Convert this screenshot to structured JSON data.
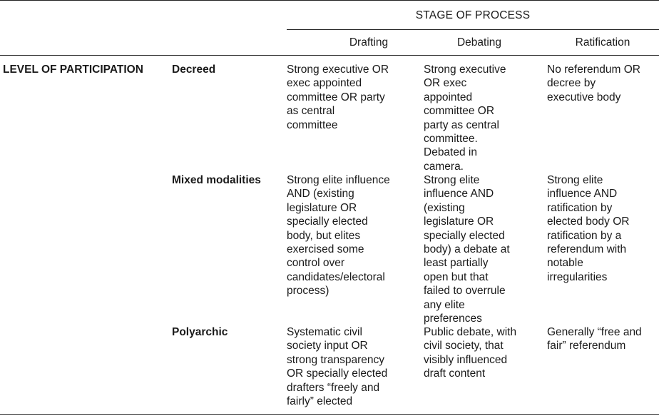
{
  "header": {
    "stage_title": "STAGE OF PROCESS",
    "columns": [
      "Drafting",
      "Debating",
      "Ratification"
    ]
  },
  "level_label": "LEVEL OF PARTICIPATION",
  "rows": [
    {
      "label": "Decreed",
      "cells": [
        [
          "Strong executive OR",
          "exec appointed",
          "committee OR party",
          "as central",
          "committee"
        ],
        [
          "Strong executive",
          "OR exec",
          "appointed",
          "committee OR",
          "party as central",
          "committee.",
          "Debated in",
          "camera."
        ],
        [
          "No referendum OR",
          "decree by",
          "executive body"
        ]
      ]
    },
    {
      "label": "Mixed modalities",
      "cells": [
        [
          "Strong elite influence",
          "AND (existing",
          "legislature OR",
          "specially elected",
          "body, but elites",
          "exercised some",
          "control over",
          "candidates/electoral",
          "process)"
        ],
        [
          "Strong elite",
          "influence AND",
          "(existing",
          "legislature OR",
          "specially elected",
          "body) a debate at",
          "least partially",
          "open but that",
          "failed to overrule",
          "any elite",
          "preferences"
        ],
        [
          "Strong elite",
          "influence AND",
          "ratification by",
          "elected body OR",
          "ratification by a",
          "referendum with",
          "notable",
          "irregularities"
        ]
      ]
    },
    {
      "label": "Polyarchic",
      "cells": [
        [
          "Systematic civil",
          "society input OR",
          "strong transparency",
          "OR specially elected",
          "drafters “freely and",
          "fairly” elected"
        ],
        [
          "Public debate, with",
          "civil society, that",
          "visibly influenced",
          "draft content"
        ],
        [
          "Generally “free and",
          "fair” referendum"
        ]
      ]
    }
  ]
}
